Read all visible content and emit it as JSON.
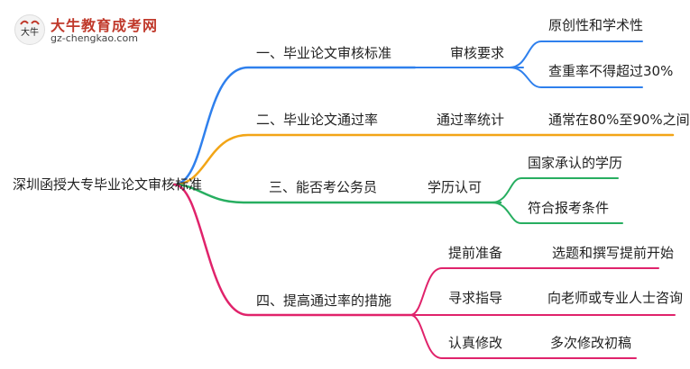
{
  "logo": {
    "title": "大牛教育成考网",
    "url": "gz-chengkao.com",
    "mark_text": "大牛"
  },
  "root": {
    "label": "深圳函授大专毕业论文审核标准"
  },
  "branches": [
    {
      "label": "一、毕业论文审核标准",
      "color": "#2f80ed",
      "sub": [
        {
          "label": "审核要求",
          "leaves": [
            "原创性和学术性",
            "查重率不得超过30%"
          ]
        }
      ]
    },
    {
      "label": "二、毕业论文通过率",
      "color": "#f2a516",
      "sub": [
        {
          "label": "通过率统计",
          "leaves": [
            "通常在80%至90%之间"
          ]
        }
      ]
    },
    {
      "label": "三、能否考公务员",
      "color": "#27ae60",
      "sub": [
        {
          "label": "学历认可",
          "leaves": [
            "国家承认的学历",
            "符合报考条件"
          ]
        }
      ]
    },
    {
      "label": "四、提高通过率的措施",
      "color": "#e0236b",
      "sub": [
        {
          "label": "提前准备",
          "leaves": [
            "选题和撰写提前开始"
          ]
        },
        {
          "label": "寻求指导",
          "leaves": [
            "向老师或专业人士咨询"
          ]
        },
        {
          "label": "认真修改",
          "leaves": [
            "多次修改初稿"
          ]
        }
      ]
    }
  ]
}
